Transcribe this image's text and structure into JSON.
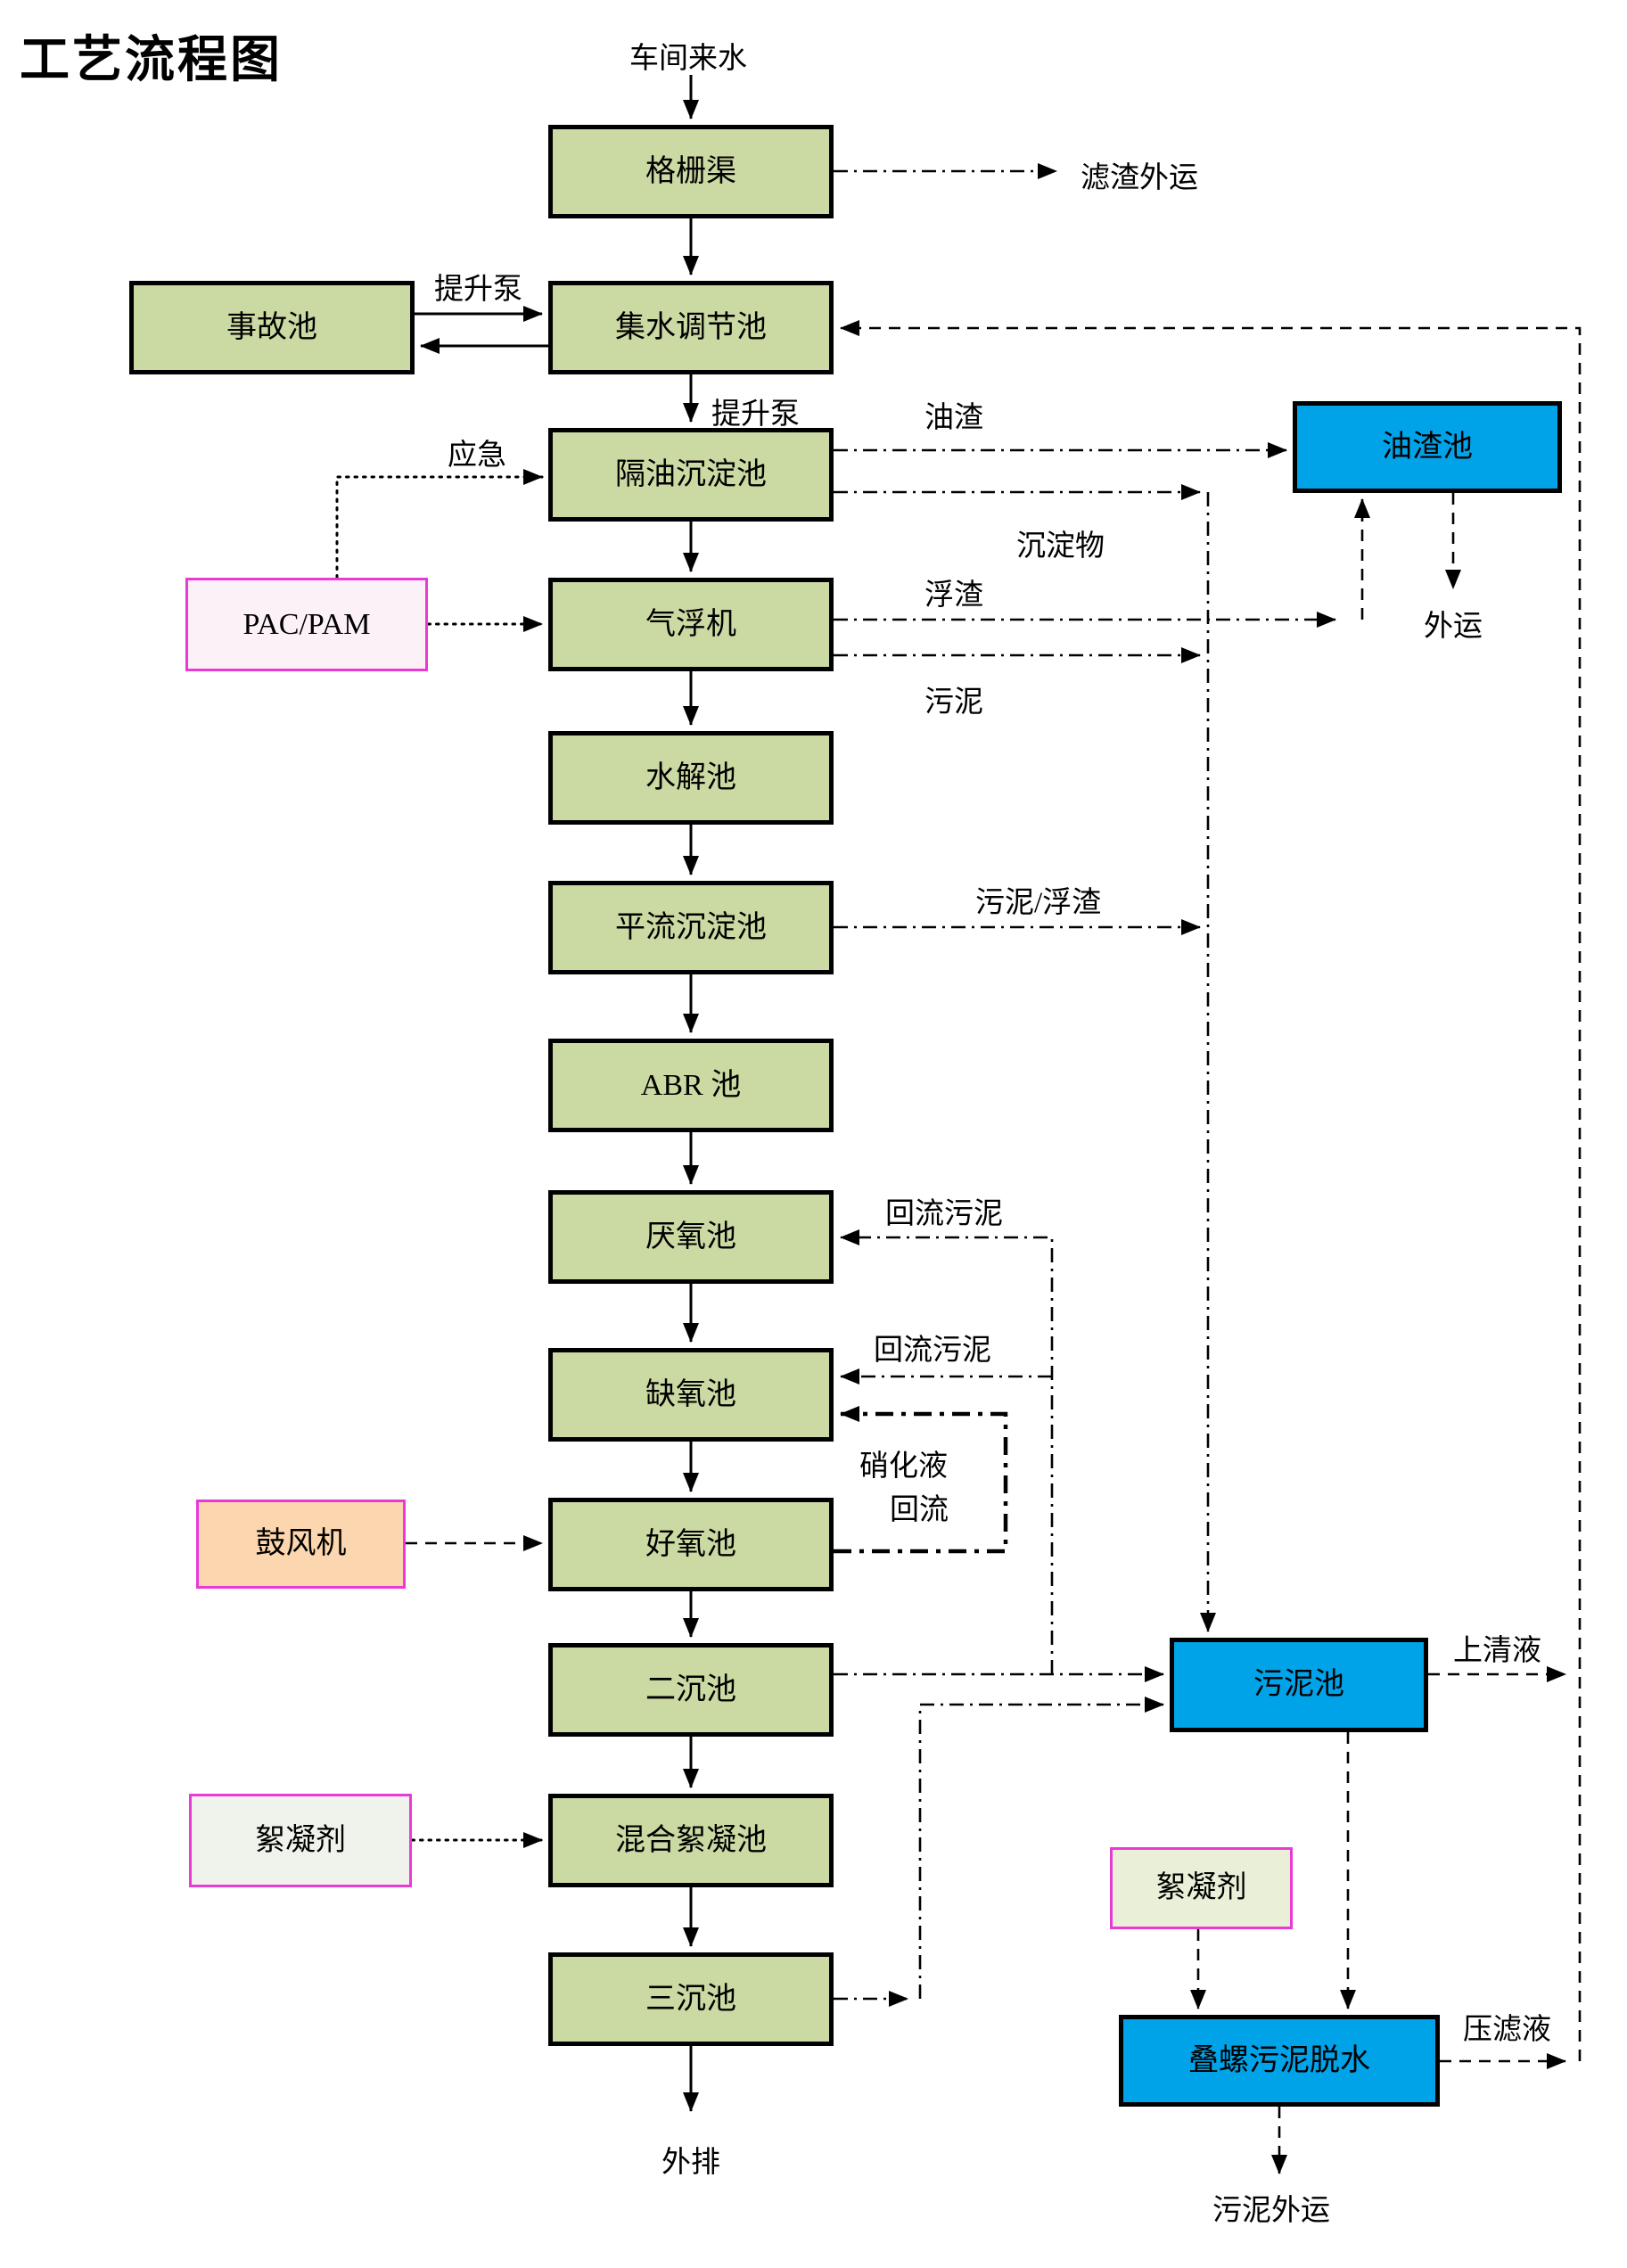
{
  "title": "工艺流程图",
  "nodes": {
    "source_water": "车间来水",
    "grid_channel": "格栅渠",
    "accident_tank": "事故池",
    "collection_tank": "集水调节池",
    "oil_separation_tank": "隔油沉淀池",
    "pac_pam": "PAC/PAM",
    "air_flotation": "气浮机",
    "hydrolysis_tank": "水解池",
    "horizontal_sedimentation_tank": "平流沉淀池",
    "abr_tank": "ABR 池",
    "anaerobic_tank": "厌氧池",
    "anoxic_tank": "缺氧池",
    "blower": "鼓风机",
    "aerobic_tank": "好氧池",
    "secondary_clarifier": "二沉池",
    "flocculant_left": "絮凝剂",
    "mixing_flocculation_tank": "混合絮凝池",
    "tertiary_clarifier": "三沉池",
    "discharge": "外排",
    "oil_residue_tank": "油渣池",
    "sludge_tank": "污泥池",
    "flocculant_right": "絮凝剂",
    "screw_sludge_dewatering": "叠螺污泥脱水"
  },
  "edges": {
    "filter_residue_out": "滤渣外运",
    "lift_pump_accident": "提升泵",
    "lift_pump_main": "提升泵",
    "emergency": "应急",
    "oil_residue": "油渣",
    "sediment": "沉淀物",
    "scum": "浮渣",
    "transport_out": "外运",
    "sludge": "污泥",
    "sludge_scum": "污泥/浮渣",
    "return_sludge_anaerobic": "回流污泥",
    "return_sludge_anoxic": "回流污泥",
    "nitrified_liquid": "硝化液",
    "reflux": "回流",
    "supernatant": "上清液",
    "press_filtrate": "压滤液",
    "sludge_transport_out": "污泥外运"
  },
  "colors": {
    "process_box": "#cbd9a3",
    "storage_box": "#00a2e8",
    "pac_box": "#fcf1f6",
    "blower_box": "#fbd6ae",
    "flocculant_left_box": "#eff3ec",
    "flocculant_right_box": "#eaf0d8",
    "additive_border": "#e93ad6",
    "line": "#000000"
  }
}
